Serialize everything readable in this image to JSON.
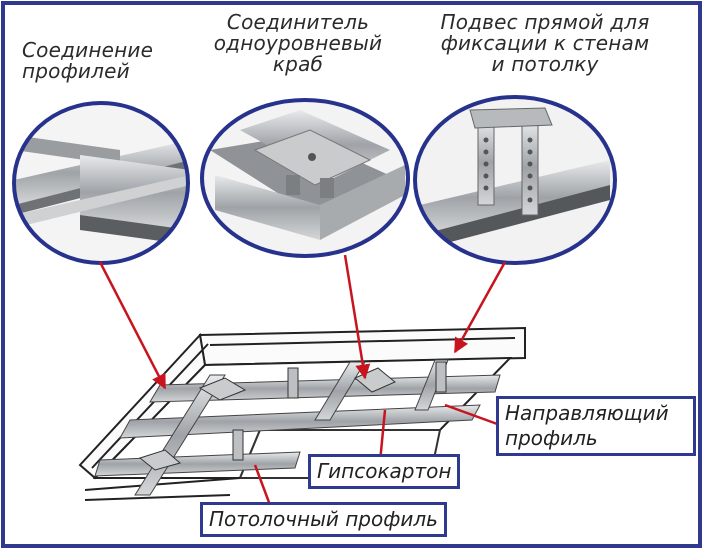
{
  "labels": {
    "profile_joint": "Соединение\nпрофилей",
    "crab_connector": "Соединитель\nодноуровневый\nкраб",
    "direct_hanger": "Подвес  прямой для\nфиксации  к стенам\nи потолку",
    "guide_profile": "Направляющий\nпрофиль",
    "drywall": "Гипсокартон",
    "ceiling_profile": "Потолочный профиль"
  },
  "colors": {
    "frame_border": "#2f3a8f",
    "circle_border": "#27328c",
    "arrow": "#c8141e",
    "metal": "#b9bcbf"
  }
}
